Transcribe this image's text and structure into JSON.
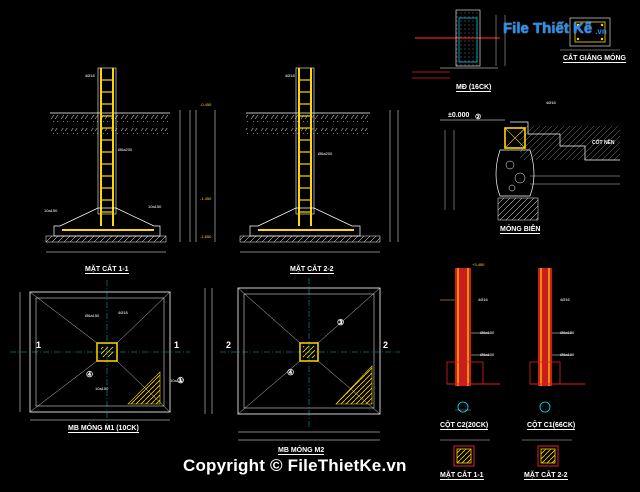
{
  "brand": {
    "name": "File Thiết Kế",
    "tld": ".vn"
  },
  "copyright": "Copyright © FileThietKe.vn",
  "titles": {
    "section_1_1": "MẶT CẮT 1-1",
    "section_2_2": "MẶT CẮT 2-2",
    "plan_m1": "MB MÓNG M1 (10CK)",
    "plan_m2": "MB MÓNG M2",
    "tie_beam_section": "CẮT GIẰNG MÓNG",
    "md_label": "MĐ (16CK)",
    "edge_footing": "MÓNG BIÊN",
    "column_c2": "CỘT C2(20CK)",
    "column_c1": "CỘT C1(66CK)",
    "small_section_1_1": "MẶT CẮT 1-1",
    "small_section_2_2": "MẶT CẮT 2-2"
  },
  "levels": {
    "zero": "±0.000",
    "a": "-0.450",
    "b": "-1.450",
    "c": "-1.650",
    "d": "+3.450",
    "cot_nen": "CỐT NỀN"
  },
  "rebar": {
    "r1": "4Ø18",
    "r2": "Ø6a200",
    "r3": "10a150",
    "r4": "Ø6a150",
    "r5": "4Ø16",
    "r6": "Ø6a100"
  },
  "markers": {
    "cut1": "1",
    "cut2": "2",
    "c1": "①",
    "c2": "②",
    "c3": "③",
    "c4": "④"
  },
  "colors": {
    "background": "#000000",
    "rebar": "#ffd800",
    "dim": "#ffffff",
    "column": "#e02020",
    "grid": "#00e5ff",
    "brand": "#1e90ff"
  }
}
